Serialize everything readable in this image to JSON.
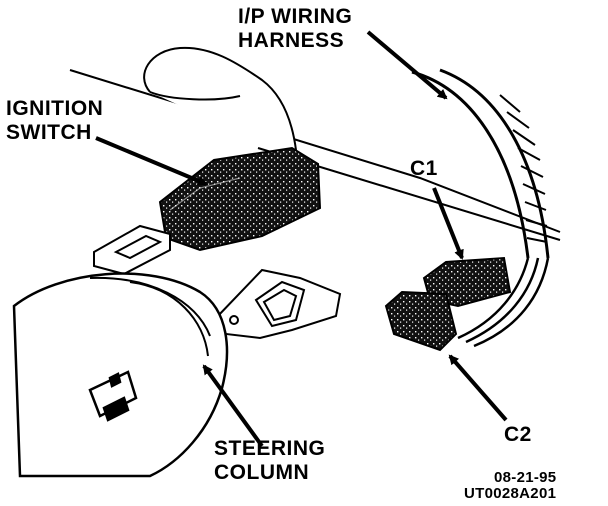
{
  "labels": {
    "ip_harness_line1": "I/P WIRING",
    "ip_harness_line2": "HARNESS",
    "ignition_line1": "IGNITION",
    "ignition_line2": "SWITCH",
    "c1": "C1",
    "c2": "C2",
    "steering_line1": "STEERING",
    "steering_line2": "COLUMN",
    "date_code": "08-21-95",
    "figure_code": "UT0028A201"
  },
  "colors": {
    "ink": "#000000",
    "paper": "#ffffff"
  }
}
